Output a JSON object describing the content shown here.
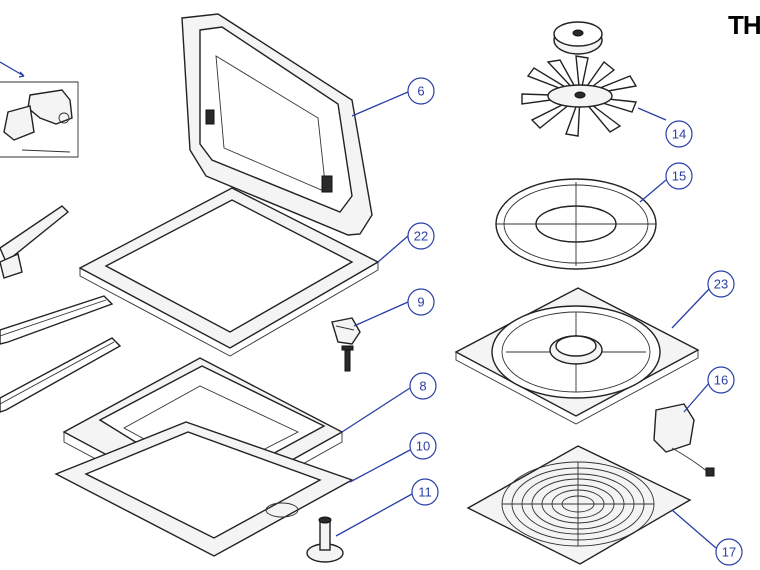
{
  "brand_text": "TH",
  "colors": {
    "callout": "#2a3fa6",
    "line": "#222222"
  },
  "callouts": [
    {
      "id": "6",
      "label": "6"
    },
    {
      "id": "14",
      "label": "14"
    },
    {
      "id": "15",
      "label": "15"
    },
    {
      "id": "22",
      "label": "22"
    },
    {
      "id": "9",
      "label": "9"
    },
    {
      "id": "23",
      "label": "23"
    },
    {
      "id": "8",
      "label": "8"
    },
    {
      "id": "16",
      "label": "16"
    },
    {
      "id": "10",
      "label": "10"
    },
    {
      "id": "11",
      "label": "11"
    },
    {
      "id": "17",
      "label": "17"
    }
  ]
}
